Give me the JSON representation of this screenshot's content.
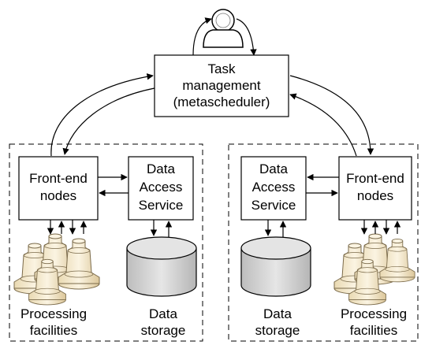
{
  "task_management": {
    "line1": "Task",
    "line2": "management",
    "line3": "(metascheduler)"
  },
  "left_cluster": {
    "frontend": {
      "line1": "Front-end",
      "line2": "nodes"
    },
    "das": {
      "line1": "Data",
      "line2": "Access",
      "line3": "Service"
    },
    "processing": {
      "line1": "Processing",
      "line2": "facilities"
    },
    "storage": {
      "line1": "Data",
      "line2": "storage"
    }
  },
  "right_cluster": {
    "das": {
      "line1": "Data",
      "line2": "Access",
      "line3": "Service"
    },
    "frontend": {
      "line1": "Front-end",
      "line2": "nodes"
    },
    "storage": {
      "line1": "Data",
      "line2": "storage"
    },
    "processing": {
      "line1": "Processing",
      "line2": "facilities"
    }
  },
  "colors": {
    "facility_fill": "#f6ecd4",
    "facility_stroke": "#7a6a4a",
    "cylinder_fill": "#d9d9d9",
    "user_fill": "#ffffff"
  },
  "icons": {
    "user": "user-icon",
    "cylinder": "database-cylinder-icon",
    "facility": "processing-facility-icon"
  }
}
